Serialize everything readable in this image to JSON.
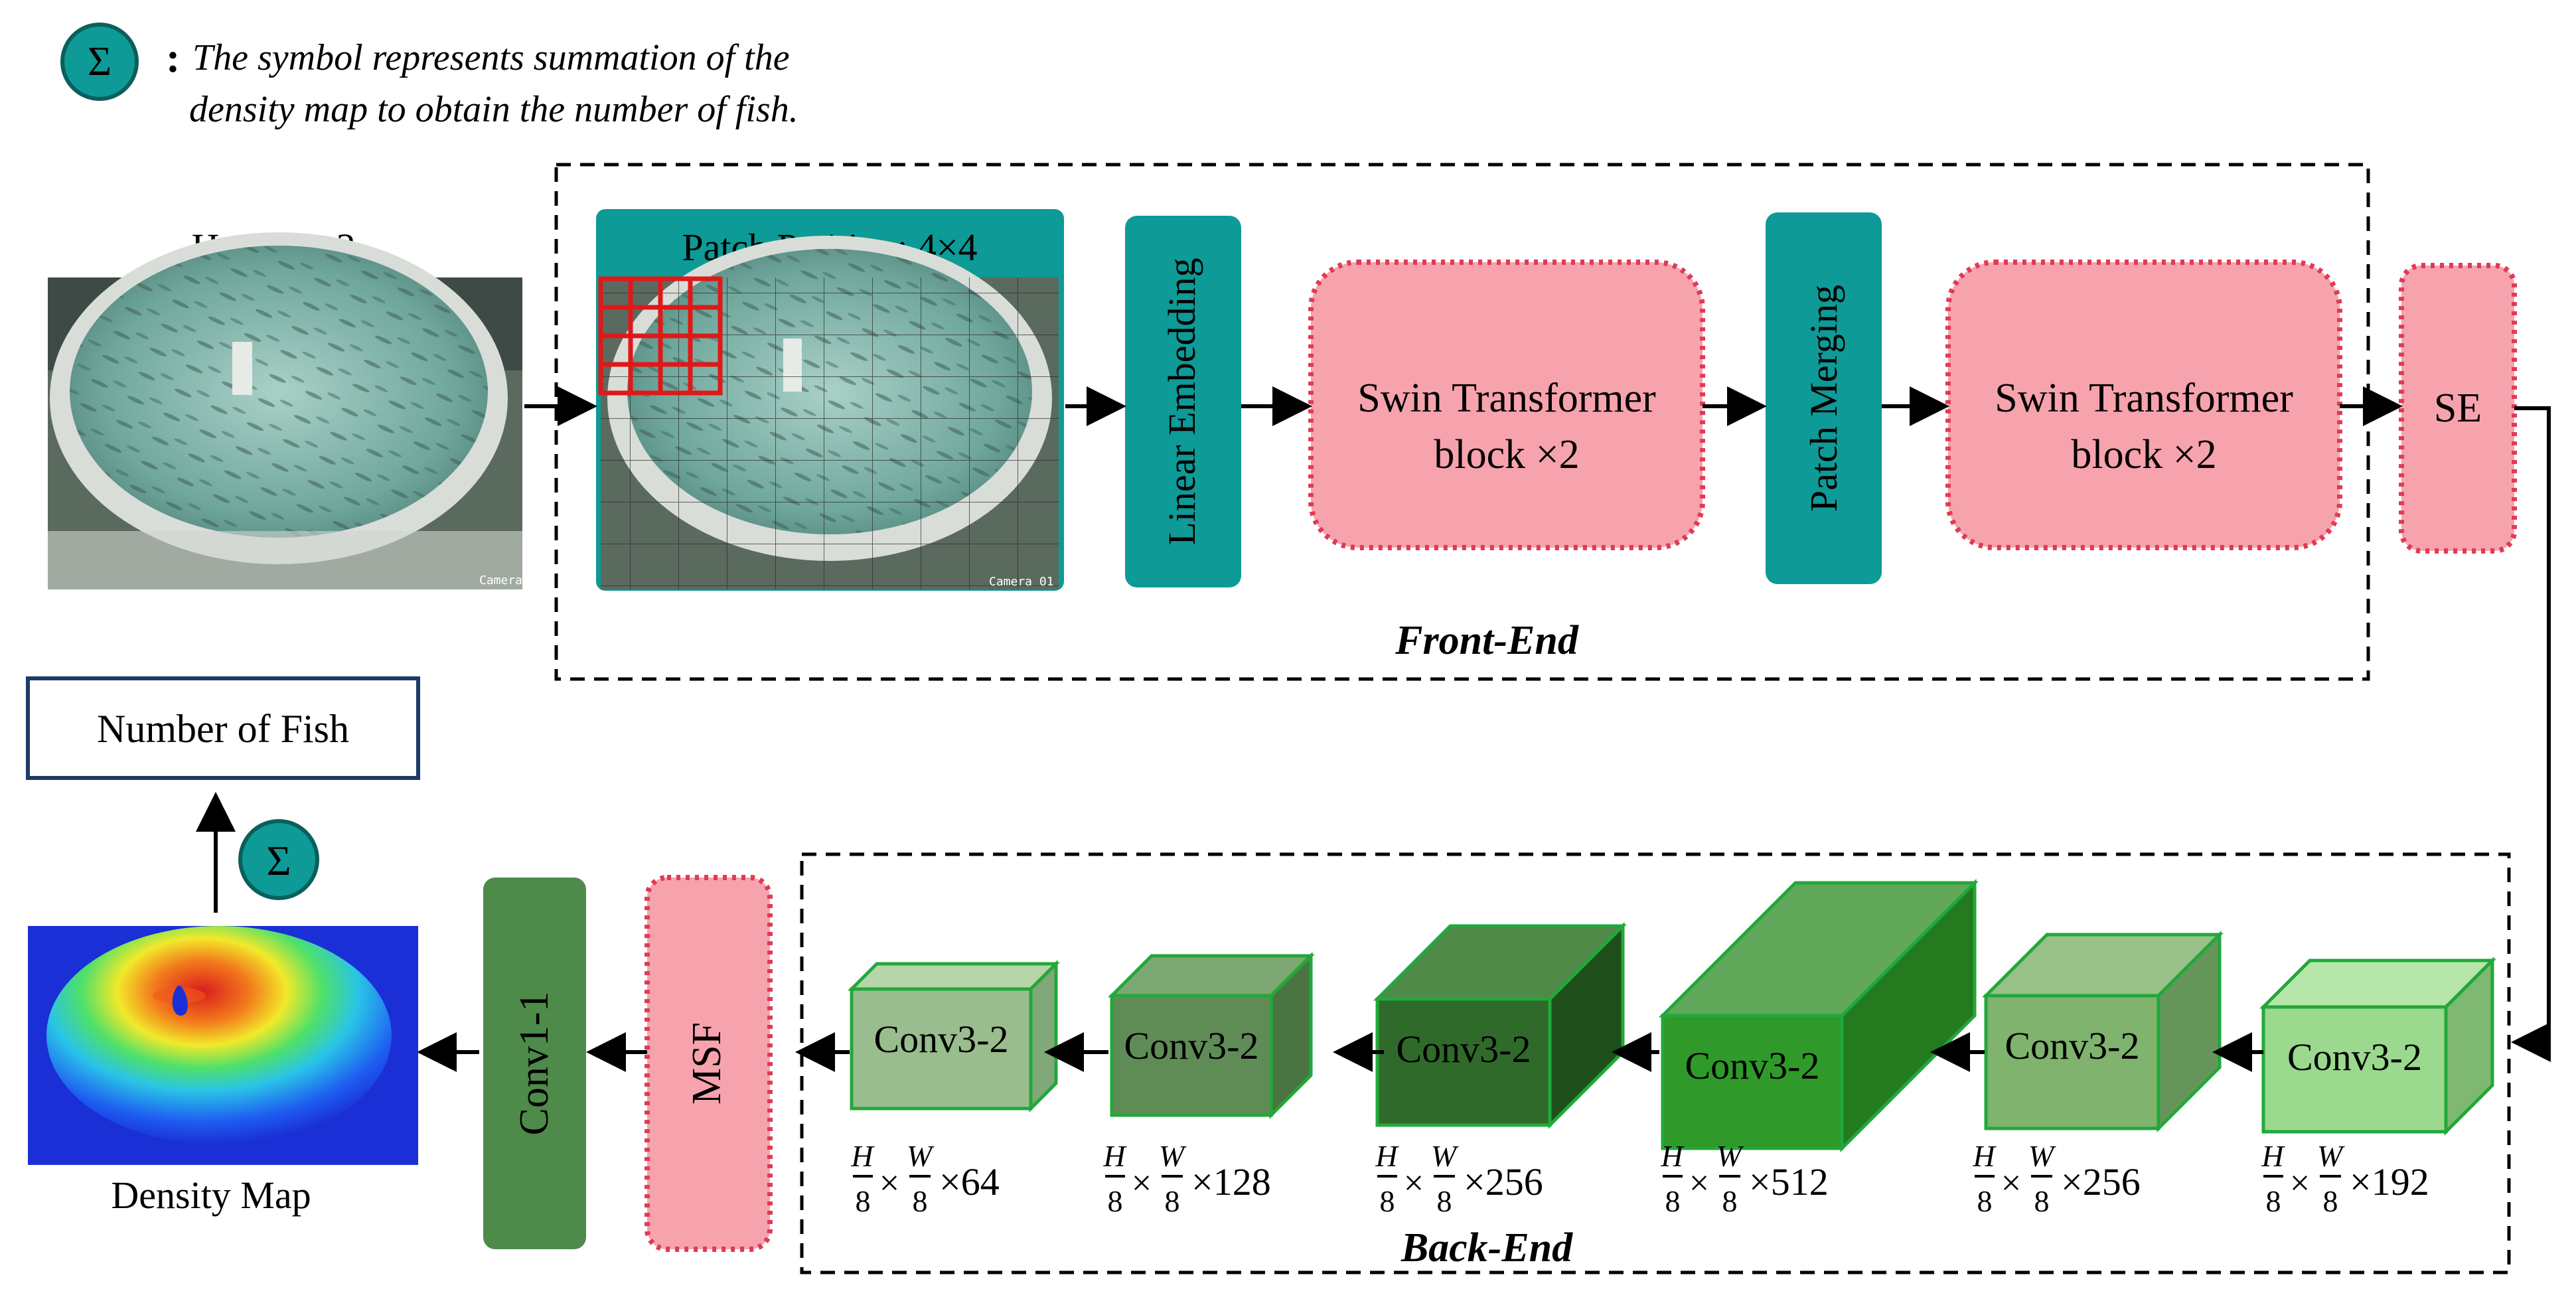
{
  "legend": {
    "symbol": "Σ",
    "separator": ":",
    "line1": "The symbol represents summation of the",
    "line2": "density map to obtain the number of fish."
  },
  "input": {
    "caption": "H × W × 3"
  },
  "front_end": {
    "label": "Front-End",
    "patch_partition": "Patch Patition: 4×4",
    "linear_embedding": "Linear Embedding",
    "swin1_line1": "Swin Transformer",
    "swin1_line2": "block ×2",
    "patch_merging": "Patch Merging",
    "swin2_line1": "Swin Transformer",
    "swin2_line2": "block ×2",
    "se": "SE"
  },
  "back_end": {
    "label": "Back-End",
    "blocks": [
      {
        "label": "Conv3-2",
        "den_h": "8",
        "den_w": "8",
        "channels": "×64"
      },
      {
        "label": "Conv3-2",
        "den_h": "8",
        "den_w": "8",
        "channels": "×128"
      },
      {
        "label": "Conv3-2",
        "den_h": "8",
        "den_w": "8",
        "channels": "×256"
      },
      {
        "label": "Conv3-2",
        "den_h": "8",
        "den_w": "8",
        "channels": "×512"
      },
      {
        "label": "Conv3-2",
        "den_h": "8",
        "den_w": "8",
        "channels": "×256"
      },
      {
        "label": "Conv3-2",
        "den_h": "8",
        "den_w": "8",
        "channels": "×192"
      }
    ],
    "frac_h": "H",
    "frac_w": "W",
    "times": "×",
    "msf": "MSF",
    "conv11": "Conv1-1"
  },
  "output": {
    "density_caption": "Density Map",
    "sum_symbol": "Σ",
    "number_box": "Number of Fish",
    "camera_text": "Camera 01"
  },
  "colors": {
    "teal": "#0e9a96",
    "pink": "#f6a3ad",
    "pink_border": "#e03a55",
    "dark_green": "#4e8a4a",
    "box_border": "#1e3a66"
  }
}
